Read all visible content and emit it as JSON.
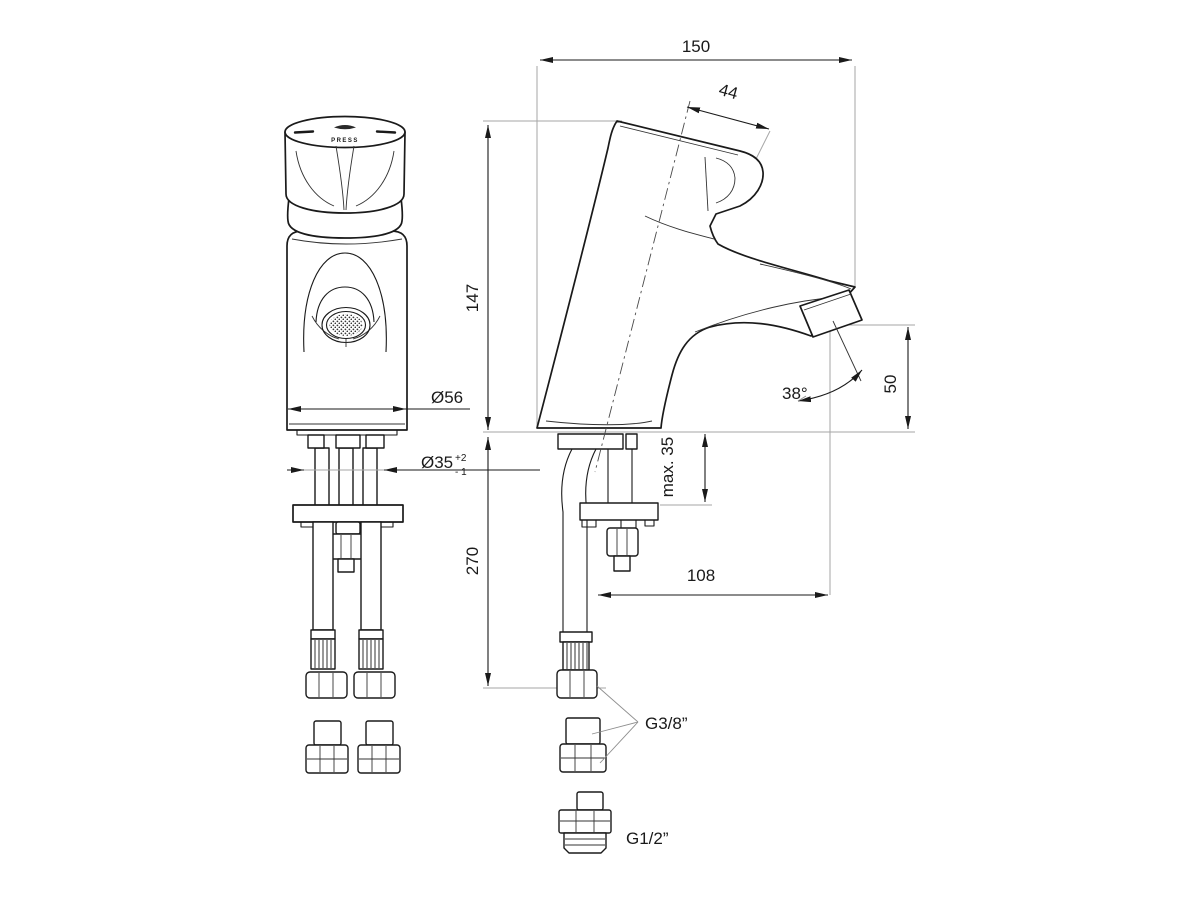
{
  "meta": {
    "title": "Self-closing pillar tap dimensional drawing",
    "drawing_type": "technical-drawing"
  },
  "labels": {
    "overall_depth": "150",
    "handle_offset": "44",
    "height_above_deck": "147",
    "height_below_deck": "270",
    "body_diameter": "Ø56",
    "hole_diameter": "Ø35",
    "hole_tolerance_plus": "+2",
    "hole_tolerance_minus": "- 1",
    "max_deck_thickness": "max. 35",
    "outlet_height": "50",
    "spout_reach": "108",
    "spout_angle": "38°",
    "hose_thread": "G3/8”",
    "adapter_thread": "G1/2”",
    "knob_text": "PRESS"
  },
  "colors": {
    "outline": "#1a1a1a",
    "extension_line": "#a6a6a6",
    "centerline": "#4a4a4a",
    "background": "#ffffff"
  }
}
